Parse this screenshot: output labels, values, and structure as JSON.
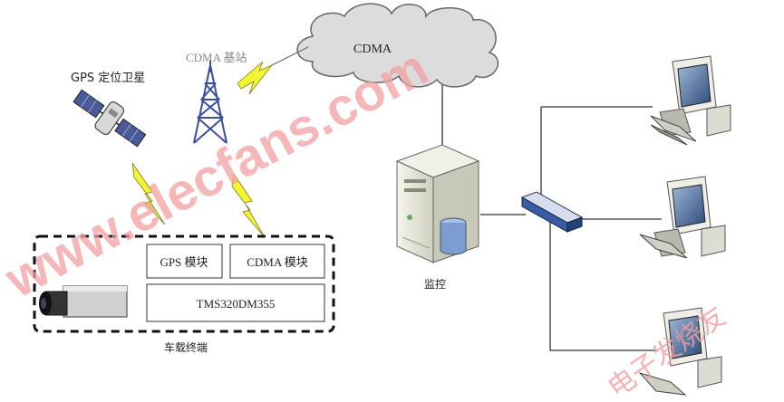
{
  "labels": {
    "gps_satellite": "GPS 定位卫星",
    "cdma_station": "CDMA 基站",
    "cdma_cloud": "CDMA",
    "gps_module": "GPS 模块",
    "cdma_module": "CDMA 模块",
    "processor": "TMS320DM355",
    "vehicle_terminal": "车载终端",
    "monitor": "监控"
  },
  "watermark": {
    "site": "www.elecfans.com",
    "brand": "电子发烧友"
  },
  "colors": {
    "cloud_fill": "#dcdcdc",
    "lightning_fill": "#f4f430",
    "tower_blue": "#3a4e9a",
    "watermark": "#f2a0a0"
  }
}
